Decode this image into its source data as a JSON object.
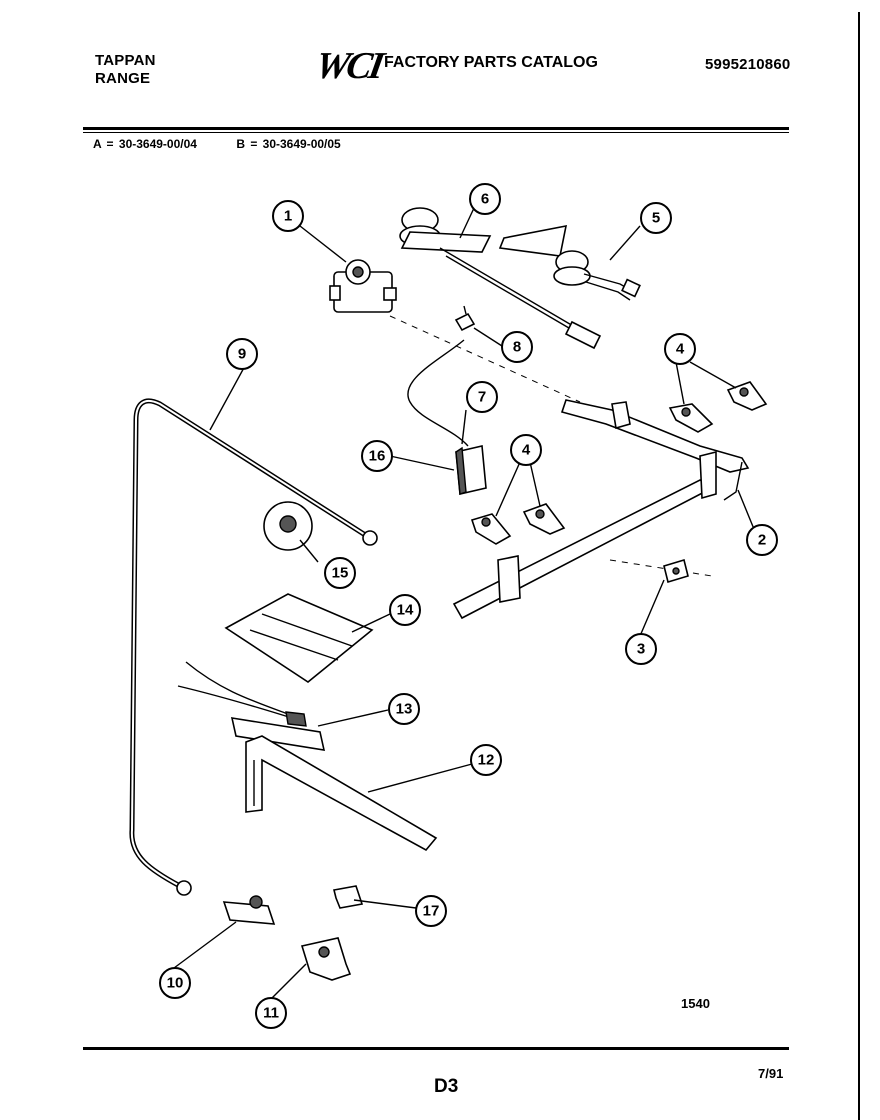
{
  "header": {
    "brand": "TAPPAN",
    "model": "RANGE",
    "logo": "WCI",
    "catalog_title": "FACTORY PARTS CATALOG",
    "catalog_number": "5995210860"
  },
  "variants": {
    "a": "A = 30-3649-00/04",
    "b": "B = 30-3649-00/05"
  },
  "callouts": [
    {
      "id": "callout-1",
      "label": "1"
    },
    {
      "id": "callout-2",
      "label": "2"
    },
    {
      "id": "callout-3",
      "label": "3"
    },
    {
      "id": "callout-4a",
      "label": "4"
    },
    {
      "id": "callout-4b",
      "label": "4"
    },
    {
      "id": "callout-5",
      "label": "5"
    },
    {
      "id": "callout-6",
      "label": "6"
    },
    {
      "id": "callout-7",
      "label": "7"
    },
    {
      "id": "callout-8",
      "label": "8"
    },
    {
      "id": "callout-9",
      "label": "9"
    },
    {
      "id": "callout-10",
      "label": "10"
    },
    {
      "id": "callout-11",
      "label": "11"
    },
    {
      "id": "callout-12",
      "label": "12"
    },
    {
      "id": "callout-13",
      "label": "13"
    },
    {
      "id": "callout-14",
      "label": "14"
    },
    {
      "id": "callout-15",
      "label": "15"
    },
    {
      "id": "callout-16",
      "label": "16"
    },
    {
      "id": "callout-17",
      "label": "17"
    }
  ],
  "footer": {
    "ref_code": "1540",
    "page_code": "D3",
    "date_code": "7/91"
  }
}
